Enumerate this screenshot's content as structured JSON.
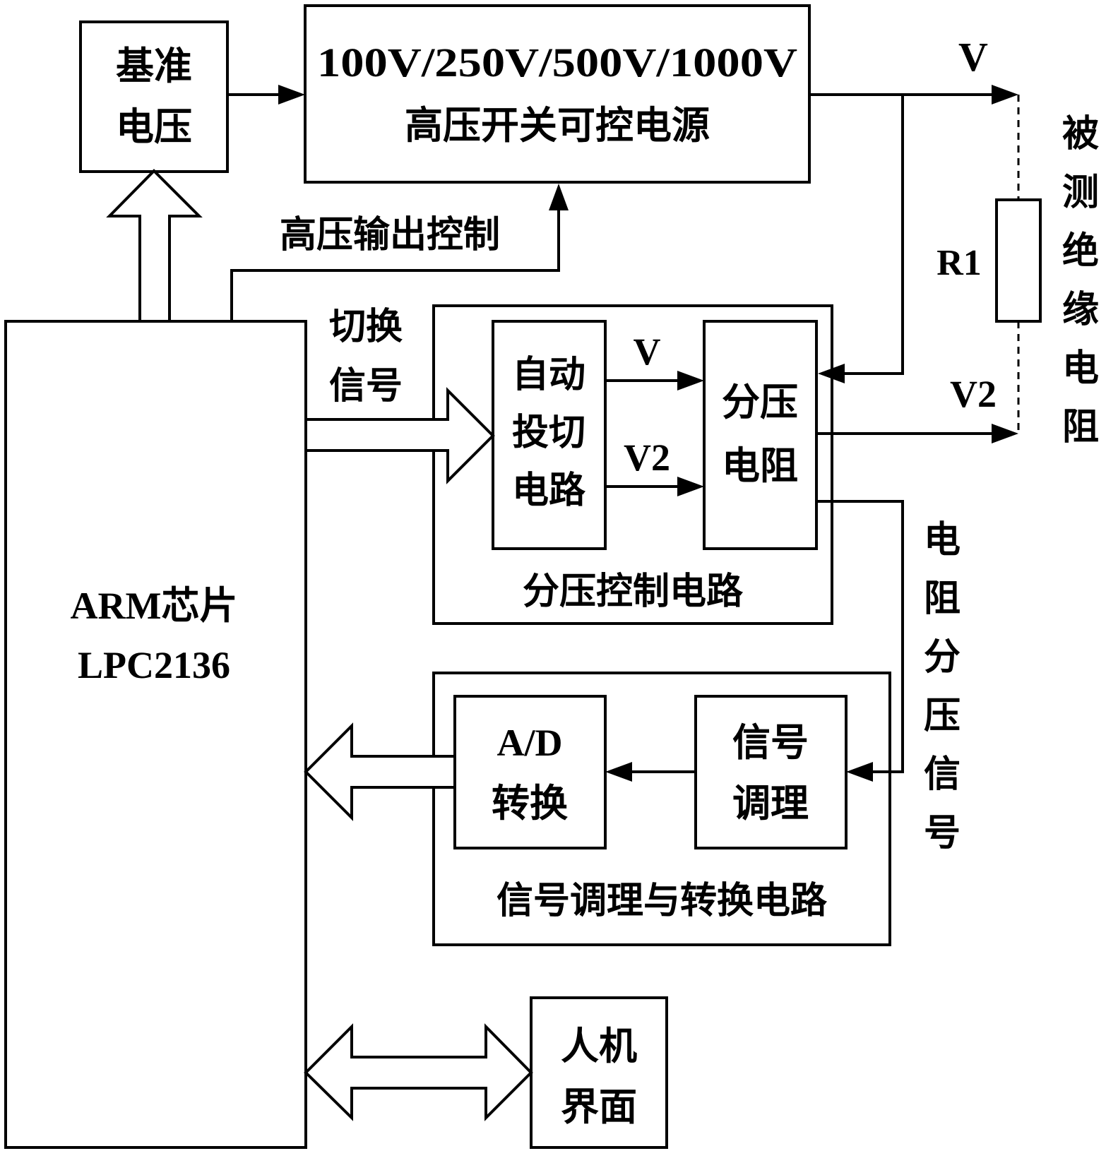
{
  "blocks": {
    "reference_voltage": {
      "line1": "基准",
      "line2": "电压"
    },
    "hv_supply": {
      "line1": "100V/250V/500V/1000V",
      "line2": "高压开关可控电源"
    },
    "arm_chip": {
      "line1": "ARM芯片",
      "line2": "LPC2136"
    },
    "auto_switch": {
      "line1": "自动",
      "line2": "投切",
      "line3": "电路"
    },
    "divider_resistor": {
      "line1": "分压",
      "line2": "电阻"
    },
    "divider_control_group": {
      "label": "分压控制电路"
    },
    "ad_converter": {
      "line1": "A/D",
      "line2": "转换"
    },
    "signal_conditioning": {
      "line1": "信号",
      "line2": "调理"
    },
    "conditioning_group": {
      "label": "信号调理与转换电路"
    },
    "hmi": {
      "line1": "人机",
      "line2": "界面"
    },
    "resistor": {
      "label": "R1"
    }
  },
  "labels": {
    "hv_output_control": "高压输出控制",
    "switch_signal_1": "切换",
    "switch_signal_2": "信号",
    "v_out": "V",
    "v_inner": "V",
    "v2_inner": "V2",
    "v2_out": "V2",
    "insulation_resistance": [
      "被",
      "测",
      "绝",
      "缘",
      "电",
      "阻"
    ],
    "divider_signal": [
      "电",
      "阻",
      "分",
      "压",
      "信",
      "号"
    ]
  }
}
